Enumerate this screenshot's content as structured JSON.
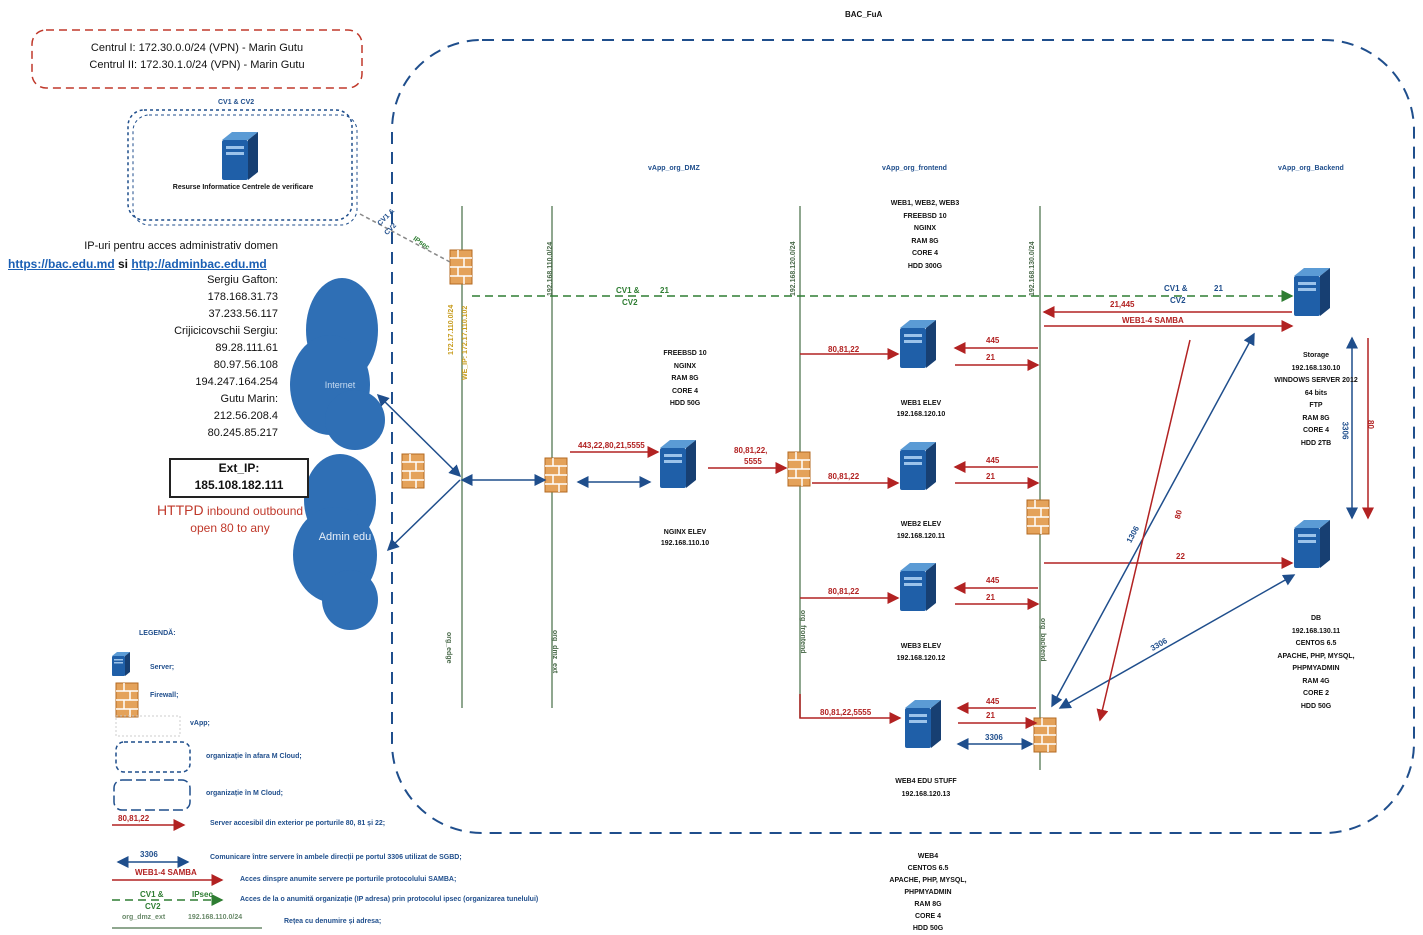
{
  "title": "BAC_FuA",
  "vpn_box": {
    "line1": "Centrul I: 172.30.0.0/24 (VPN) - Marin Gutu",
    "line2": "Centrul II: 172.30.1.0/24 (VPN) - Marin Gutu"
  },
  "cv_group": {
    "title": "CV1 & CV2",
    "label": "Resurse Informatice Centrele de verificare"
  },
  "admin_ips": {
    "header": "IP-uri pentru acces administrativ domen",
    "link1": "https://bac.edu.md",
    "sep": " si ",
    "link2": "http://adminbac.edu.md",
    "lines": [
      "Sergiu Gafton:",
      "178.168.31.73",
      "37.233.56.117",
      "Crijicicovschii Sergiu:",
      "89.28.111.61",
      "80.97.56.108",
      "194.247.164.254",
      "Gutu Marin:",
      "212.56.208.4",
      "80.245.85.217"
    ]
  },
  "ext_ip": {
    "label": "Ext_IP:",
    "value": "185.108.182.111"
  },
  "httpd": {
    "big": "HTTPD",
    "rest": " inbound outbound",
    "line2": "open  80 to any"
  },
  "clouds": {
    "internet": "Internet",
    "admin": "Admin edu"
  },
  "vapps": {
    "dmz": "vApp_org_DMZ",
    "frontend": "vApp_org_frontend",
    "backend": "vApp_org_Backend"
  },
  "networks": {
    "edge": "172.17.110.0/24",
    "edge_ip": "WE_IP: 172.17.110.102",
    "dmz": "192.168.110.0/24",
    "frontend": "192.168.120.0/24",
    "backend": "192.168.130.0/24",
    "org_edge": "org_edge",
    "org_dmz": "org_dmz_ext",
    "org_frontend": "org_frontend",
    "org_backend": "org_backend"
  },
  "ipsec": {
    "l1": "CV1 &",
    "l2": "CV2",
    "l3": "IPsec"
  },
  "web_specs": [
    "WEB1, WEB2, WEB3",
    "FREEBSD 10",
    "NGINX",
    "RAM 8G",
    "CORE 4",
    "HDD 300G"
  ],
  "dmz_specs": [
    "FREEBSD 10",
    "NGINX",
    "RAM 8G",
    "CORE 4",
    "HDD 50G"
  ],
  "nginx": {
    "name": "NGINX ELEV",
    "ip": "192.168.110.10"
  },
  "web1": {
    "name": "WEB1 ELEV",
    "ip": "192.168.120.10"
  },
  "web2": {
    "name": "WEB2 ELEV",
    "ip": "192.168.120.11"
  },
  "web3": {
    "name": "WEB3 ELEV",
    "ip": "192.168.120.12"
  },
  "web4": {
    "name": "WEB4 EDU STUFF",
    "ip": "192.168.120.13"
  },
  "storage": {
    "lines": [
      "Storage",
      "192.168.130.10",
      "WINDOWS SERVER 2012",
      "64 bits",
      "FTP",
      "RAM 8G",
      "CORE 4",
      "HDD 2TB"
    ]
  },
  "db": {
    "lines": [
      "DB",
      "192.168.130.11",
      "CENTOS 6.5",
      "APACHE, PHP, MYSQL,",
      "PHPMYADMIN",
      "RAM 4G",
      "CORE 2",
      "HDD 50G"
    ]
  },
  "web4_specs": [
    "WEB4",
    "CENTOS 6.5",
    "APACHE, PHP, MYSQL,",
    "PHPMYADMIN",
    "RAM 8G",
    "CORE 4",
    "HDD 50G"
  ],
  "link_labels": {
    "p1": "443,22,80,21,5555",
    "p2": "80,81,22,",
    "p2b": "5555",
    "p3": "80,81,22",
    "p4": "80,81,22,5555",
    "p445": "445",
    "p21": "21",
    "p21445": "21,445",
    "samba": "WEB1-4  SAMBA",
    "cv1": "CV1 &",
    "cv2": "CV2",
    "p22": "22",
    "p3306": "3306",
    "p80": "80",
    "p1306": "1306",
    "p21b": "21"
  },
  "legend": {
    "title": "LEGENDĂ:",
    "server": "Server;",
    "firewall": "Firewall;",
    "vapp": "vApp;",
    "org_out": "organizație în afara M Cloud;",
    "org_in": "organizație în M Cloud;",
    "ports_sample": "80,81,22",
    "ports": "Server accesibil din exterior pe porturile 80, 81 și 22;",
    "mysql_sample": "3306",
    "mysql": "Comunicare între servere în ambele direcții pe portul 3306 utilizat de SGBD;",
    "samba_sample": "WEB1-4  SAMBA",
    "samba": "Acces dinspre anumite servere pe porturile protocolului SAMBA;",
    "ipsec_a": "CV1 &",
    "ipsec_b": "CV2",
    "ipsec_c": "IPsec",
    "ipsec": "Acces de la o anumită organizație (IP adresa) prin protocolul ipsec (organizarea tunelului)",
    "net_sample_a": "org_dmz_ext",
    "net_sample_b": "192.168.110.0/24",
    "net": "Rețea cu denumire și adresa;"
  },
  "colors": {
    "red": "#b22222",
    "blue": "#1f4e8c",
    "green": "#2e7d32",
    "cloud": "#2f6fb5"
  }
}
